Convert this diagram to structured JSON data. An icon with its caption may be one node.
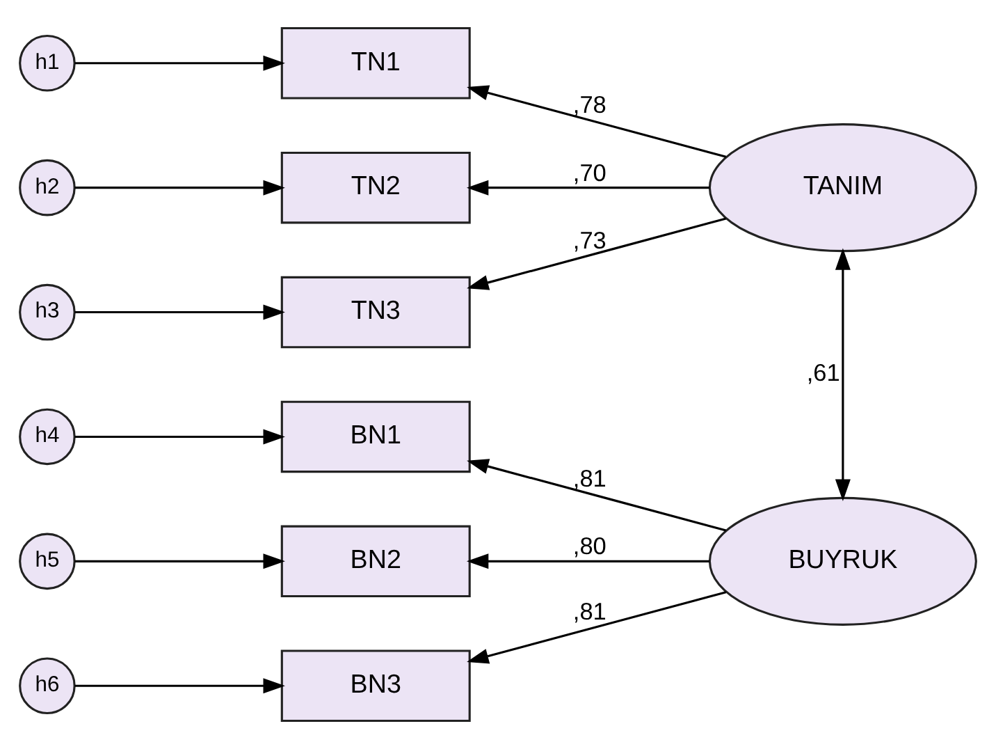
{
  "diagram": {
    "nodes": [
      {
        "text": [
          "h1"
        ]
      },
      {
        "text": [
          "h2"
        ]
      },
      {
        "text": [
          "h3"
        ]
      },
      {
        "text": [
          "h4"
        ]
      },
      {
        "text": [
          "h5"
        ]
      },
      {
        "text": [
          "h6"
        ]
      },
      {
        "text": [
          "TN1"
        ]
      },
      {
        "text": [
          "TN2"
        ]
      },
      {
        "text": [
          "TN3"
        ]
      },
      {
        "text": [
          "BN1"
        ]
      },
      {
        "text": [
          "BN2"
        ]
      },
      {
        "text": [
          "BN3"
        ]
      },
      {
        "text": [
          "TANIM"
        ]
      },
      {
        "text": [
          "BUYRUK"
        ]
      }
    ],
    "edges": [
      {
        "from": 0,
        "to": 6,
        "arrow": "to"
      },
      {
        "from": 1,
        "to": 7,
        "arrow": "to"
      },
      {
        "from": 2,
        "to": 8,
        "arrow": "to"
      },
      {
        "from": 3,
        "to": 9,
        "arrow": "to"
      },
      {
        "from": 4,
        "to": 10,
        "arrow": "to"
      },
      {
        "from": 5,
        "to": 11,
        "arrow": "to"
      },
      {
        "from": 12,
        "to": 6,
        "arrow": "to",
        "label": ",78"
      },
      {
        "from": 12,
        "to": 7,
        "arrow": "to",
        "label": ",70"
      },
      {
        "from": 12,
        "to": 8,
        "arrow": "to",
        "label": ",73"
      },
      {
        "from": 13,
        "to": 9,
        "arrow": "to",
        "label": ",81"
      },
      {
        "from": 13,
        "to": 10,
        "arrow": "to",
        "label": ",80"
      },
      {
        "from": 13,
        "to": 11,
        "arrow": "to",
        "label": ",81"
      },
      {
        "from": 12,
        "to": 13,
        "arrow": "both",
        "label": ",61"
      }
    ]
  }
}
